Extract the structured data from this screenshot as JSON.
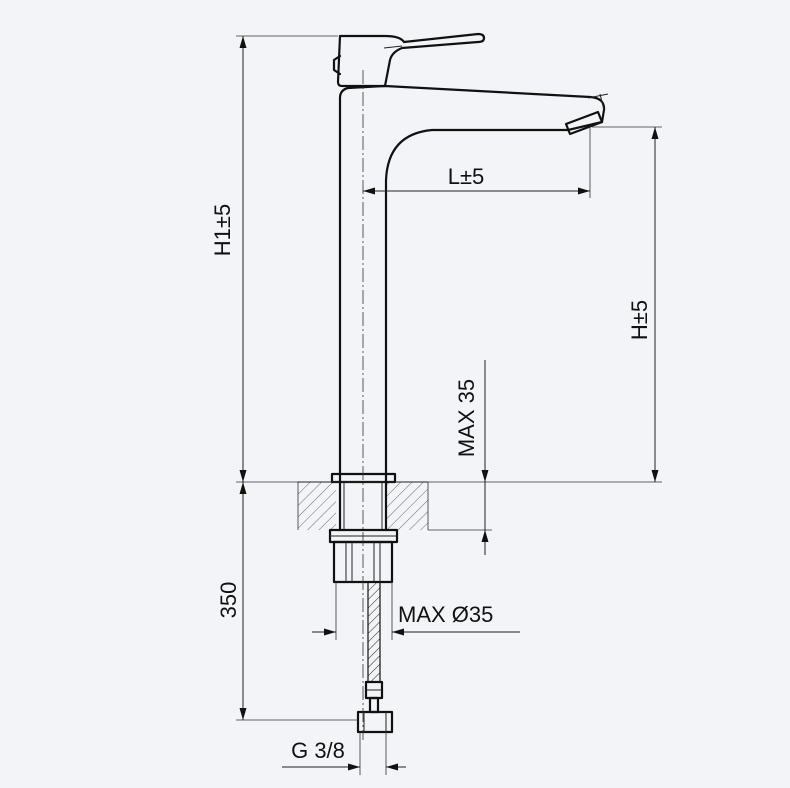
{
  "dimensions": {
    "h1": "H1±5",
    "l": "L±5",
    "h": "H±5",
    "max35": "MAX 35",
    "hose_length": "350",
    "max_dia": "MAX Ø35",
    "thread": "G 3/8"
  },
  "colors": {
    "background": "#f2f4f7",
    "line": "#111111"
  }
}
